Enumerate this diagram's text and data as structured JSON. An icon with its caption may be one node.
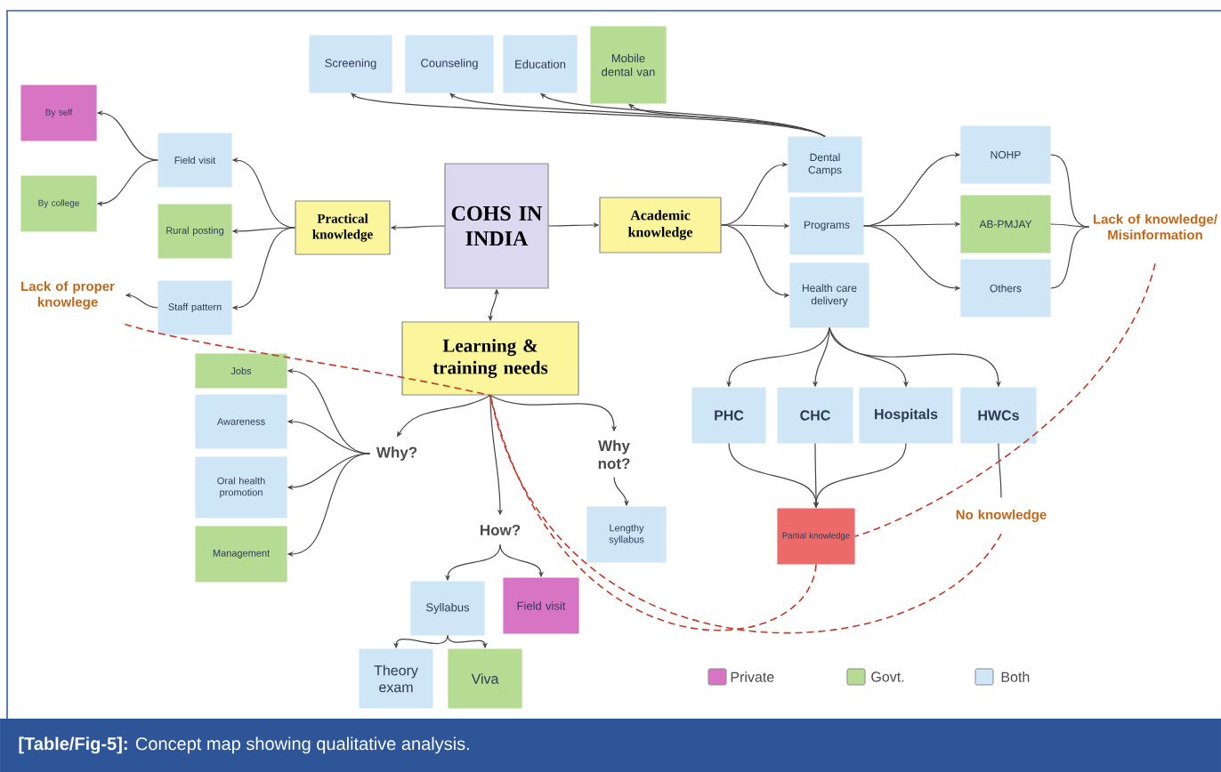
{
  "diagram": {
    "caption": "**[Table/Fig-5]:** Concept map showing qualitative analysis.",
    "nodes": [
      {
        "text": [
          "COHS IN INDIA"
        ]
      },
      {
        "text": [
          "Practical knowledge"
        ]
      },
      {
        "text": [
          "Academic knowledge"
        ]
      },
      {
        "text": [
          "Learning & training needs"
        ]
      },
      {
        "text": [
          "Field visit"
        ]
      },
      {
        "text": [
          "Rural posting"
        ]
      },
      {
        "text": [
          "Staff pattern"
        ]
      },
      {
        "text": [
          "By self"
        ]
      },
      {
        "text": [
          "By college"
        ]
      },
      {
        "text": [
          "Lack of proper knowlege"
        ]
      },
      {
        "text": [
          "Screening"
        ]
      },
      {
        "text": [
          "Counseling"
        ]
      },
      {
        "text": [
          "Education"
        ]
      },
      {
        "text": [
          "Mobile dental van"
        ]
      },
      {
        "text": [
          "Dental Camps"
        ]
      },
      {
        "text": [
          "Programs"
        ]
      },
      {
        "text": [
          "Health care delivery"
        ]
      },
      {
        "text": [
          "NOHP"
        ]
      },
      {
        "text": [
          "AB-PMJAY"
        ]
      },
      {
        "text": [
          "Others"
        ]
      },
      {
        "text": [
          "Lack of knowledge/ Misinformation"
        ]
      },
      {
        "text": [
          "PHC"
        ]
      },
      {
        "text": [
          "CHC"
        ]
      },
      {
        "text": [
          "Hospitals"
        ]
      },
      {
        "text": [
          "HWCs"
        ]
      },
      {
        "text": [
          "Partial knowledge"
        ]
      },
      {
        "text": [
          "No knowledge"
        ]
      },
      {
        "text": [
          "Why?"
        ]
      },
      {
        "text": [
          "How?"
        ]
      },
      {
        "text": [
          "Why not?"
        ]
      },
      {
        "text": [
          "Jobs"
        ]
      },
      {
        "text": [
          "Awareness"
        ]
      },
      {
        "text": [
          "Oral health promotion"
        ]
      },
      {
        "text": [
          "Management"
        ]
      },
      {
        "text": [
          "Lengthy syllabus"
        ]
      },
      {
        "text": [
          "Syllabus"
        ]
      },
      {
        "text": [
          "Field visit"
        ]
      },
      {
        "text": [
          "Theory exam"
        ]
      },
      {
        "text": [
          "Viva"
        ]
      }
    ],
    "edges": [
      {
        "from": 0,
        "to": 1,
        "arrow": "to"
      },
      {
        "from": 0,
        "to": 2,
        "arrow": "to"
      },
      {
        "from": 0,
        "to": 3,
        "arrow": "both"
      },
      {
        "from": 1,
        "to": 4,
        "arrow": "to"
      },
      {
        "from": 1,
        "to": 5,
        "arrow": "to"
      },
      {
        "from": 1,
        "to": 6,
        "arrow": "to"
      },
      {
        "from": 4,
        "to": 7,
        "arrow": "to"
      },
      {
        "from": 4,
        "to": 8,
        "arrow": "to"
      },
      {
        "from": 6,
        "to": 9,
        "arrow": "to"
      },
      {
        "from": 14,
        "to": 10,
        "arrow": "to"
      },
      {
        "from": 14,
        "to": 11,
        "arrow": "to"
      },
      {
        "from": 14,
        "to": 12,
        "arrow": "to"
      },
      {
        "from": 14,
        "to": 13,
        "arrow": "to"
      },
      {
        "from": 2,
        "to": 14,
        "arrow": "to"
      },
      {
        "from": 2,
        "to": 15,
        "arrow": "to"
      },
      {
        "from": 2,
        "to": 16,
        "arrow": "to"
      },
      {
        "from": 15,
        "to": 17,
        "arrow": "to"
      },
      {
        "from": 15,
        "to": 18,
        "arrow": "to"
      },
      {
        "from": 15,
        "to": 19,
        "arrow": "to"
      },
      {
        "from": 17,
        "to": 20,
        "arrow": "none"
      },
      {
        "from": 18,
        "to": 20,
        "arrow": "none"
      },
      {
        "from": 19,
        "to": 20,
        "arrow": "none"
      },
      {
        "from": 16,
        "to": 21,
        "arrow": "to"
      },
      {
        "from": 16,
        "to": 22,
        "arrow": "to"
      },
      {
        "from": 16,
        "to": 23,
        "arrow": "to"
      },
      {
        "from": 16,
        "to": 24,
        "arrow": "to"
      },
      {
        "from": 21,
        "to": 25,
        "arrow": "to"
      },
      {
        "from": 22,
        "to": 25,
        "arrow": "to"
      },
      {
        "from": 23,
        "to": 25,
        "arrow": "to"
      },
      {
        "from": 24,
        "to": 26,
        "arrow": "none"
      },
      {
        "from": 3,
        "to": 27,
        "arrow": "to"
      },
      {
        "from": 3,
        "to": 28,
        "arrow": "to"
      },
      {
        "from": 3,
        "to": 29,
        "arrow": "to"
      },
      {
        "from": 27,
        "to": 30,
        "arrow": "to"
      },
      {
        "from": 27,
        "to": 31,
        "arrow": "to"
      },
      {
        "from": 27,
        "to": 32,
        "arrow": "to"
      },
      {
        "from": 27,
        "to": 33,
        "arrow": "to"
      },
      {
        "from": 29,
        "to": 34,
        "arrow": "to"
      },
      {
        "from": 28,
        "to": 35,
        "arrow": "to"
      },
      {
        "from": 28,
        "to": 36,
        "arrow": "to"
      },
      {
        "from": 35,
        "to": 37,
        "arrow": "to"
      },
      {
        "from": 35,
        "to": 38,
        "arrow": "to"
      },
      {
        "from": 9,
        "to": 3,
        "arrow": "none",
        "style": "dashed",
        "color": "#c0392b"
      },
      {
        "from": 20,
        "to": 25,
        "arrow": "none",
        "style": "dashed",
        "color": "#c0392b"
      },
      {
        "from": 25,
        "to": 3,
        "arrow": "none",
        "style": "dashed",
        "color": "#c0392b"
      },
      {
        "from": 26,
        "to": 3,
        "arrow": "none",
        "style": "dashed",
        "color": "#c0392b"
      }
    ],
    "legend": [
      {
        "text": "Private",
        "color": "#d774c4"
      },
      {
        "text": "Govt.",
        "color": "#b6dc93"
      },
      {
        "text": "Both",
        "color": "#cfe6f7"
      }
    ]
  }
}
